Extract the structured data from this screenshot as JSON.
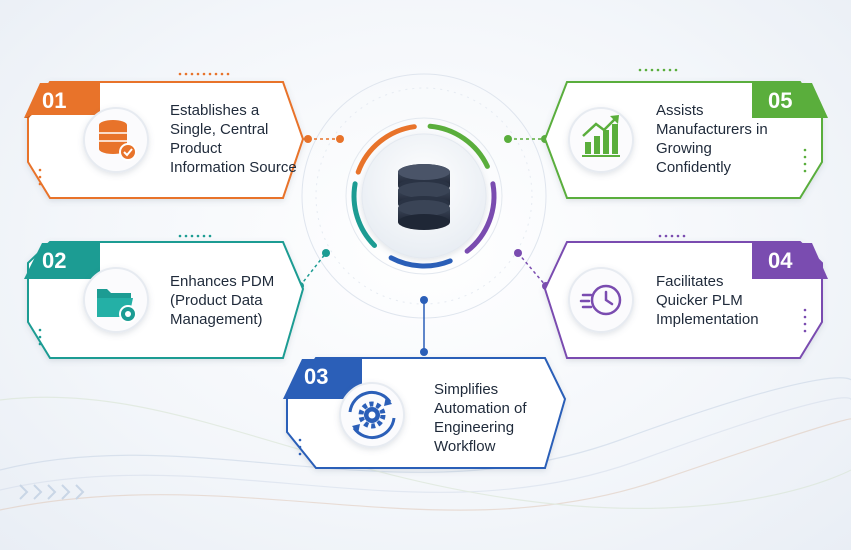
{
  "colors": {
    "orange": "#e8732a",
    "green": "#5aae3c",
    "teal": "#1c9c93",
    "purple": "#7a4cb0",
    "blue": "#2b5fb8",
    "dark": "#2b3444"
  },
  "hub": {
    "icon": "database-icon"
  },
  "cards": [
    {
      "num": "01",
      "label": "Establishes a\nSingle, Central\nProduct\nInformation Source",
      "icon": "database-check-icon"
    },
    {
      "num": "05",
      "label": "Assists\nManufacturers in\nGrowing\nConfidently",
      "icon": "growth-chart-icon"
    },
    {
      "num": "02",
      "label": "Enhances PDM\n(Product Data\nManagement)",
      "icon": "folder-gear-icon"
    },
    {
      "num": "04",
      "label": "Facilitates\nQuicker PLM\nImplementation",
      "icon": "fast-clock-icon"
    },
    {
      "num": "03",
      "label": "Simplifies\nAutomation of\nEngineering\nWorkflow",
      "icon": "gear-cycle-icon"
    }
  ]
}
